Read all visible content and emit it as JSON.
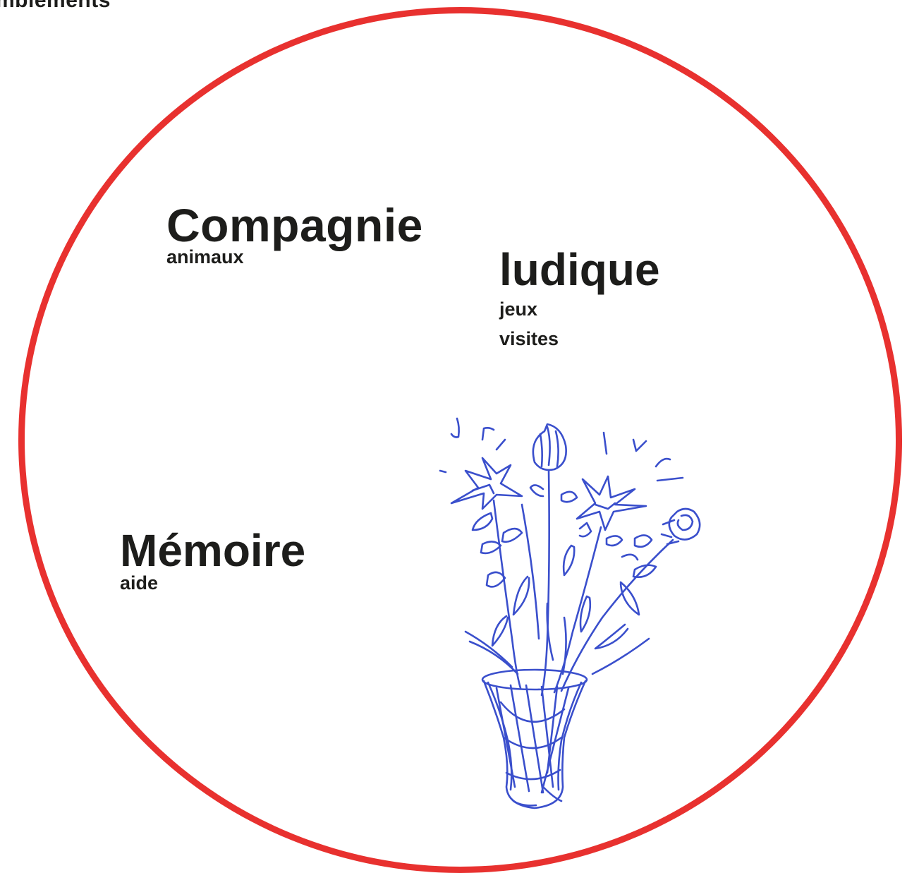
{
  "header": {
    "clipped_text": "mbiements"
  },
  "clusters": {
    "compagnie": {
      "title": "Compagnie",
      "items": [
        "animaux"
      ]
    },
    "ludique": {
      "title": "ludique",
      "items": [
        "jeux",
        "visites"
      ]
    },
    "memoire": {
      "title": "Mémoire",
      "items": [
        "aide"
      ]
    }
  },
  "colors": {
    "ring": "#e8312f",
    "text": "#1d1d1b",
    "sketch": "#3a4fcc"
  },
  "illustration": {
    "icon": "flower-bouquet-sketch-icon"
  }
}
